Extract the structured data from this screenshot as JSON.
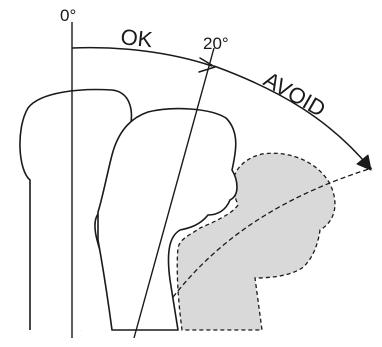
{
  "diagram": {
    "labels": {
      "zero_deg": "0°",
      "twenty_deg": "20°",
      "ok": "OK",
      "avoid": "AVOID"
    },
    "colors": {
      "ink": "#1a1a1a",
      "shade": "#d9d9d9",
      "background": "#ffffff"
    },
    "angles_deg": [
      0,
      20
    ]
  }
}
